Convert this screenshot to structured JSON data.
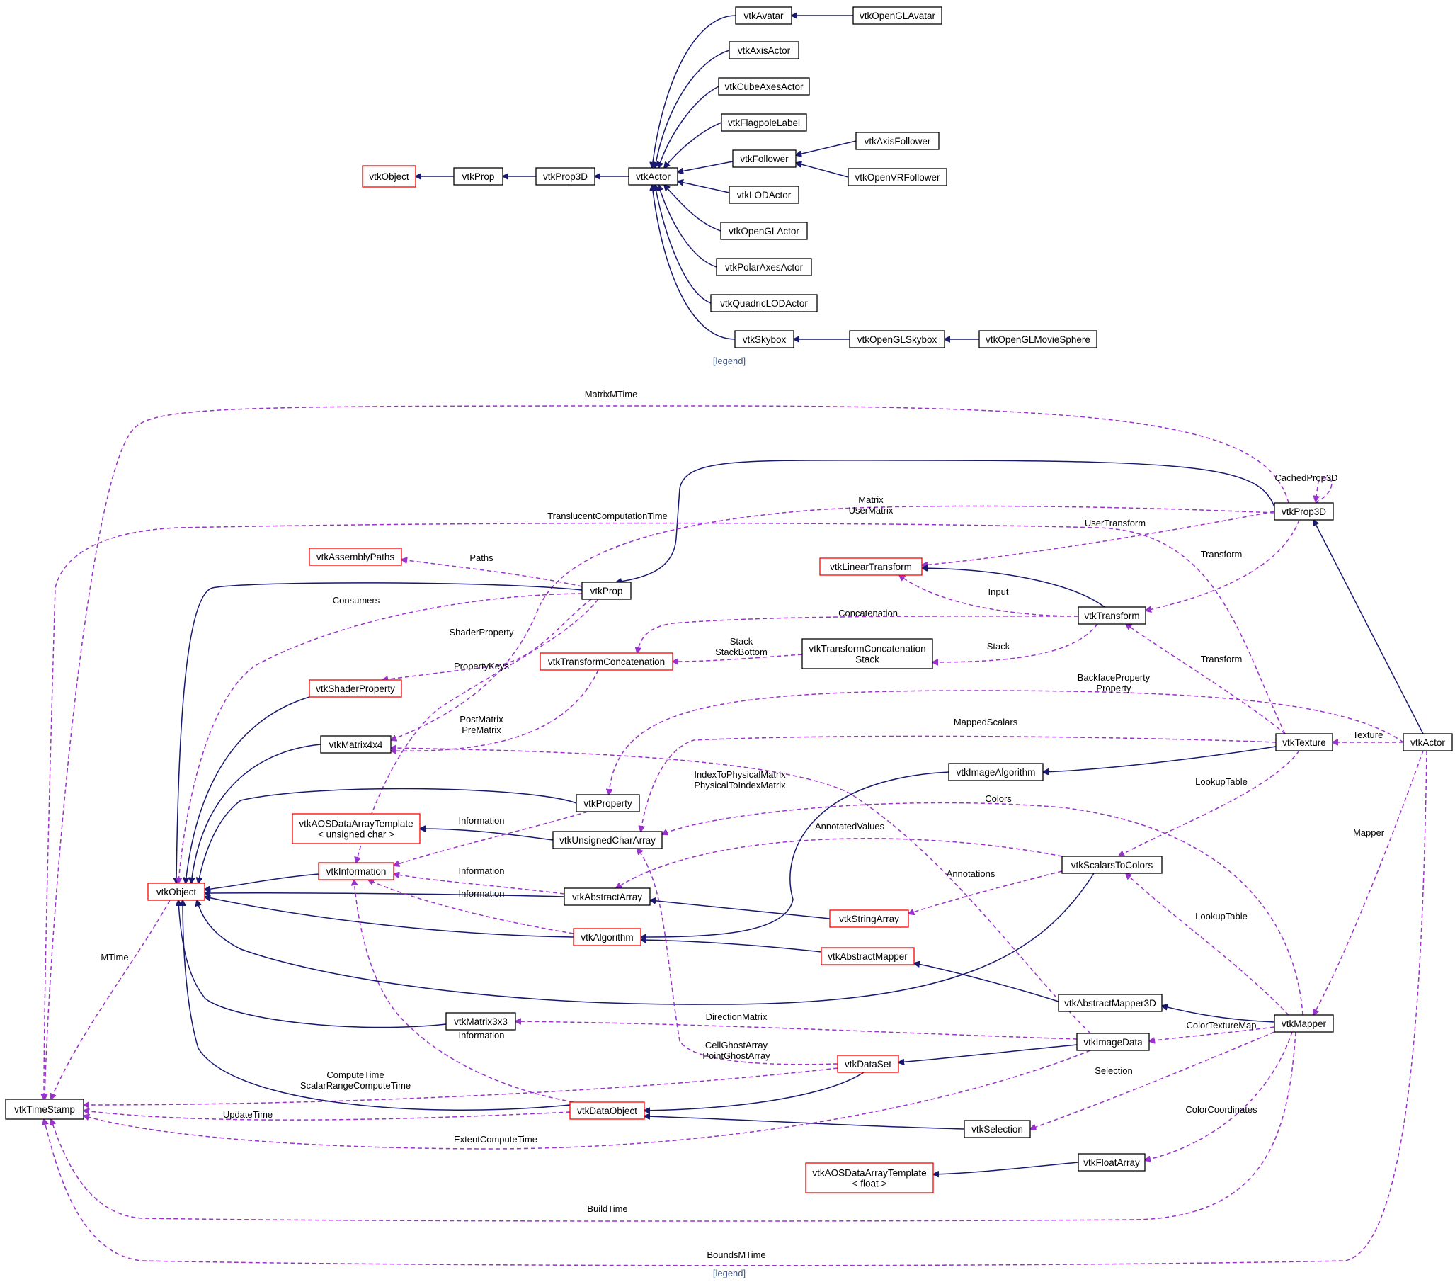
{
  "legend_label": "[legend]",
  "colors": {
    "inheritance_edge": "#191970",
    "usage_edge": "#9a32cd",
    "node_border": "#000000",
    "truncated_node_border": "#ff0000",
    "focus_node_fill": "#bfbfbf",
    "legend_link": "#3d578c"
  },
  "inheritance_graph": {
    "nodes": [
      {
        "id": "vtkObject",
        "label": "vtkObject",
        "truncated": true
      },
      {
        "id": "vtkProp",
        "label": "vtkProp"
      },
      {
        "id": "vtkProp3D",
        "label": "vtkProp3D"
      },
      {
        "id": "vtkActor",
        "label": "vtkActor",
        "focus": true
      },
      {
        "id": "vtkAvatar",
        "label": "vtkAvatar"
      },
      {
        "id": "vtkOpenGLAvatar",
        "label": "vtkOpenGLAvatar"
      },
      {
        "id": "vtkAxisActor",
        "label": "vtkAxisActor"
      },
      {
        "id": "vtkCubeAxesActor",
        "label": "vtkCubeAxesActor"
      },
      {
        "id": "vtkFlagpoleLabel",
        "label": "vtkFlagpoleLabel"
      },
      {
        "id": "vtkFollower",
        "label": "vtkFollower"
      },
      {
        "id": "vtkAxisFollower",
        "label": "vtkAxisFollower"
      },
      {
        "id": "vtkOpenVRFollower",
        "label": "vtkOpenVRFollower"
      },
      {
        "id": "vtkLODActor",
        "label": "vtkLODActor"
      },
      {
        "id": "vtkOpenGLActor",
        "label": "vtkOpenGLActor"
      },
      {
        "id": "vtkPolarAxesActor",
        "label": "vtkPolarAxesActor"
      },
      {
        "id": "vtkQuadricLODActor",
        "label": "vtkQuadricLODActor"
      },
      {
        "id": "vtkSkybox",
        "label": "vtkSkybox"
      },
      {
        "id": "vtkOpenGLSkybox",
        "label": "vtkOpenGLSkybox"
      },
      {
        "id": "vtkOpenGLMovieSphere",
        "label": "vtkOpenGLMovieSphere"
      }
    ],
    "edges": [
      {
        "from": "vtkProp",
        "to": "vtkObject",
        "kind": "inherit"
      },
      {
        "from": "vtkProp3D",
        "to": "vtkProp",
        "kind": "inherit"
      },
      {
        "from": "vtkActor",
        "to": "vtkProp3D",
        "kind": "inherit"
      },
      {
        "from": "vtkAvatar",
        "to": "vtkActor",
        "kind": "inherit"
      },
      {
        "from": "vtkAxisActor",
        "to": "vtkActor",
        "kind": "inherit"
      },
      {
        "from": "vtkCubeAxesActor",
        "to": "vtkActor",
        "kind": "inherit"
      },
      {
        "from": "vtkFlagpoleLabel",
        "to": "vtkActor",
        "kind": "inherit"
      },
      {
        "from": "vtkFollower",
        "to": "vtkActor",
        "kind": "inherit"
      },
      {
        "from": "vtkLODActor",
        "to": "vtkActor",
        "kind": "inherit"
      },
      {
        "from": "vtkOpenGLActor",
        "to": "vtkActor",
        "kind": "inherit"
      },
      {
        "from": "vtkPolarAxesActor",
        "to": "vtkActor",
        "kind": "inherit"
      },
      {
        "from": "vtkQuadricLODActor",
        "to": "vtkActor",
        "kind": "inherit"
      },
      {
        "from": "vtkSkybox",
        "to": "vtkActor",
        "kind": "inherit"
      },
      {
        "from": "vtkOpenGLAvatar",
        "to": "vtkAvatar",
        "kind": "inherit"
      },
      {
        "from": "vtkAxisFollower",
        "to": "vtkFollower",
        "kind": "inherit"
      },
      {
        "from": "vtkOpenVRFollower",
        "to": "vtkFollower",
        "kind": "inherit"
      },
      {
        "from": "vtkOpenGLSkybox",
        "to": "vtkSkybox",
        "kind": "inherit"
      },
      {
        "from": "vtkOpenGLMovieSphere",
        "to": "vtkOpenGLSkybox",
        "kind": "inherit"
      }
    ]
  },
  "collaboration_graph": {
    "nodes": [
      {
        "id": "vtkTimeStamp",
        "label": "vtkTimeStamp"
      },
      {
        "id": "vtkObject",
        "label": "vtkObject",
        "truncated": true
      },
      {
        "id": "vtkAssemblyPaths",
        "label": "vtkAssemblyPaths",
        "truncated": true
      },
      {
        "id": "vtkProp",
        "label": "vtkProp"
      },
      {
        "id": "vtkShaderProperty",
        "label": "vtkShaderProperty",
        "truncated": true
      },
      {
        "id": "vtkMatrix4x4",
        "label": "vtkMatrix4x4"
      },
      {
        "id": "vtkTransformConcatenation",
        "label": "vtkTransformConcatenation",
        "truncated": true
      },
      {
        "id": "vtkTransformConcatenationStack",
        "label": "vtkTransformConcatenation\nStack"
      },
      {
        "id": "vtkAOSDataArrayTemplateUChar",
        "label": "vtkAOSDataArrayTemplate\n< unsigned char >",
        "truncated": true
      },
      {
        "id": "vtkProperty",
        "label": "vtkProperty"
      },
      {
        "id": "vtkUnsignedCharArray",
        "label": "vtkUnsignedCharArray"
      },
      {
        "id": "vtkInformation",
        "label": "vtkInformation",
        "truncated": true
      },
      {
        "id": "vtkAbstractArray",
        "label": "vtkAbstractArray"
      },
      {
        "id": "vtkAlgorithm",
        "label": "vtkAlgorithm",
        "truncated": true
      },
      {
        "id": "vtkMatrix3x3",
        "label": "vtkMatrix3x3"
      },
      {
        "id": "vtkDataObject",
        "label": "vtkDataObject",
        "truncated": true
      },
      {
        "id": "vtkDataSet",
        "label": "vtkDataSet",
        "truncated": true
      },
      {
        "id": "vtkAOSDataArrayTemplateFloat",
        "label": "vtkAOSDataArrayTemplate\n< float >",
        "truncated": true
      },
      {
        "id": "vtkLinearTransform",
        "label": "vtkLinearTransform",
        "truncated": true
      },
      {
        "id": "vtkTransform",
        "label": "vtkTransform"
      },
      {
        "id": "vtkImageAlgorithm",
        "label": "vtkImageAlgorithm"
      },
      {
        "id": "vtkScalarsToColors",
        "label": "vtkScalarsToColors"
      },
      {
        "id": "vtkStringArray",
        "label": "vtkStringArray",
        "truncated": true
      },
      {
        "id": "vtkAbstractMapper",
        "label": "vtkAbstractMapper",
        "truncated": true
      },
      {
        "id": "vtkAbstractMapper3D",
        "label": "vtkAbstractMapper3D"
      },
      {
        "id": "vtkImageData",
        "label": "vtkImageData"
      },
      {
        "id": "vtkSelection",
        "label": "vtkSelection"
      },
      {
        "id": "vtkFloatArray",
        "label": "vtkFloatArray"
      },
      {
        "id": "vtkProp3D",
        "label": "vtkProp3D"
      },
      {
        "id": "vtkTexture",
        "label": "vtkTexture"
      },
      {
        "id": "vtkMapper",
        "label": "vtkMapper"
      },
      {
        "id": "vtkActor",
        "label": "vtkActor",
        "focus": true
      }
    ],
    "edges": [
      {
        "from": "vtkProp3D",
        "to": "vtkTimeStamp",
        "kind": "usage",
        "label": "MatrixMTime"
      },
      {
        "from": "vtkProp3D",
        "to": "vtkProp3D",
        "kind": "usage",
        "label": "CachedProp3D"
      },
      {
        "from": "vtkProp3D",
        "to": "vtkProp",
        "kind": "inherit"
      },
      {
        "from": "vtkProp3D",
        "to": "vtkMatrix4x4",
        "kind": "usage",
        "label": "Matrix\nUserMatrix"
      },
      {
        "from": "vtkTexture",
        "to": "vtkTimeStamp",
        "kind": "usage",
        "label": "TranslucentComputationTime"
      },
      {
        "from": "vtkProp3D",
        "to": "vtkLinearTransform",
        "kind": "usage",
        "label": "UserTransform"
      },
      {
        "from": "vtkProp3D",
        "to": "vtkTransform",
        "kind": "usage",
        "label": "Transform"
      },
      {
        "from": "vtkProp",
        "to": "vtkAssemblyPaths",
        "kind": "usage",
        "label": "Paths"
      },
      {
        "from": "vtkProp",
        "to": "vtkObject",
        "kind": "inherit"
      },
      {
        "from": "vtkProp",
        "to": "vtkObject",
        "kind": "usage",
        "label": "Consumers"
      },
      {
        "from": "vtkProp",
        "to": "vtkShaderProperty",
        "kind": "usage",
        "label": "ShaderProperty"
      },
      {
        "from": "vtkProp",
        "to": "vtkInformation",
        "kind": "usage",
        "label": "PropertyKeys"
      },
      {
        "from": "vtkTransform",
        "to": "vtkLinearTransform",
        "kind": "inherit"
      },
      {
        "from": "vtkTransform",
        "to": "vtkLinearTransform",
        "kind": "usage",
        "label": "Input"
      },
      {
        "from": "vtkTransform",
        "to": "vtkTransformConcatenation",
        "kind": "usage",
        "label": "Concatenation"
      },
      {
        "from": "vtkTransformConcatenationStack",
        "to": "vtkTransformConcatenation",
        "kind": "usage",
        "label": "Stack\nStackBottom"
      },
      {
        "from": "vtkTransform",
        "to": "vtkTransformConcatenationStack",
        "kind": "usage",
        "label": "Stack"
      },
      {
        "from": "vtkTransformConcatenation",
        "to": "vtkMatrix4x4",
        "kind": "usage",
        "label": "PostMatrix\nPreMatrix"
      },
      {
        "from": "vtkTexture",
        "to": "vtkTransform",
        "kind": "usage",
        "label": "Transform"
      },
      {
        "from": "vtkActor",
        "to": "vtkProperty",
        "kind": "usage",
        "label": "BackfaceProperty\nProperty"
      },
      {
        "from": "vtkTexture",
        "to": "vtkUnsignedCharArray",
        "kind": "usage",
        "label": "MappedScalars"
      },
      {
        "from": "vtkActor",
        "to": "vtkTexture",
        "kind": "usage",
        "label": "Texture"
      },
      {
        "from": "vtkActor",
        "to": "vtkProp3D",
        "kind": "inherit"
      },
      {
        "from": "vtkTexture",
        "to": "vtkImageAlgorithm",
        "kind": "inherit"
      },
      {
        "from": "vtkImageData",
        "to": "vtkMatrix4x4",
        "kind": "usage",
        "label": "IndexToPhysicalMatrix\nPhysicalToIndexMatrix"
      },
      {
        "from": "vtkShaderProperty",
        "to": "vtkObject",
        "kind": "inherit"
      },
      {
        "from": "vtkMatrix4x4",
        "to": "vtkObject",
        "kind": "inherit"
      },
      {
        "from": "vtkProperty",
        "to": "vtkObject",
        "kind": "inherit"
      },
      {
        "from": "vtkProperty",
        "to": "vtkInformation",
        "kind": "usage",
        "label": "Information"
      },
      {
        "from": "vtkMapper",
        "to": "vtkUnsignedCharArray",
        "kind": "usage",
        "label": "Colors"
      },
      {
        "from": "vtkTexture",
        "to": "vtkScalarsToColors",
        "kind": "usage",
        "label": "LookupTable"
      },
      {
        "from": "vtkUnsignedCharArray",
        "to": "vtkAOSDataArrayTemplateUChar",
        "kind": "inherit"
      },
      {
        "from": "vtkScalarsToColors",
        "to": "vtkAbstractArray",
        "kind": "usage",
        "label": "AnnotatedValues"
      },
      {
        "from": "vtkActor",
        "to": "vtkMapper",
        "kind": "usage",
        "label": "Mapper"
      },
      {
        "from": "vtkInformation",
        "to": "vtkObject",
        "kind": "inherit"
      },
      {
        "from": "vtkAbstractArray",
        "to": "vtkInformation",
        "kind": "usage",
        "label": "Information"
      },
      {
        "from": "vtkAbstractArray",
        "to": "vtkObject",
        "kind": "inherit"
      },
      {
        "from": "vtkAlgorithm",
        "to": "vtkInformation",
        "kind": "usage",
        "label": "Information"
      },
      {
        "from": "vtkScalarsToColors",
        "to": "vtkStringArray",
        "kind": "usage",
        "label": "Annotations"
      },
      {
        "from": "vtkStringArray",
        "to": "vtkAbstractArray",
        "kind": "inherit"
      },
      {
        "from": "vtkAlgorithm",
        "to": "vtkObject",
        "kind": "inherit"
      },
      {
        "from": "vtkImageAlgorithm",
        "to": "vtkAlgorithm",
        "kind": "inherit"
      },
      {
        "from": "vtkAbstractMapper",
        "to": "vtkAlgorithm",
        "kind": "inherit"
      },
      {
        "from": "vtkMapper",
        "to": "vtkScalarsToColors",
        "kind": "usage",
        "label": "LookupTable"
      },
      {
        "from": "vtkScalarsToColors",
        "to": "vtkObject",
        "kind": "inherit"
      },
      {
        "from": "vtkObject",
        "to": "vtkTimeStamp",
        "kind": "usage",
        "label": "MTime"
      },
      {
        "from": "vtkAbstractMapper3D",
        "to": "vtkAbstractMapper",
        "kind": "inherit"
      },
      {
        "from": "vtkMapper",
        "to": "vtkAbstractMapper3D",
        "kind": "inherit"
      },
      {
        "from": "vtkMatrix3x3",
        "to": "vtkObject",
        "kind": "inherit"
      },
      {
        "from": "vtkImageData",
        "to": "vtkMatrix3x3",
        "kind": "usage",
        "label": "DirectionMatrix"
      },
      {
        "from": "vtkDataObject",
        "to": "vtkInformation",
        "kind": "usage",
        "label": "Information"
      },
      {
        "from": "vtkDataSet",
        "to": "vtkUnsignedCharArray",
        "kind": "usage",
        "label": "CellGhostArray\nPointGhostArray"
      },
      {
        "from": "vtkMapper",
        "to": "vtkImageData",
        "kind": "usage",
        "label": "ColorTextureMap"
      },
      {
        "from": "vtkImageData",
        "to": "vtkDataSet",
        "kind": "inherit"
      },
      {
        "from": "vtkDataSet",
        "to": "vtkTimeStamp",
        "kind": "usage",
        "label": "ComputeTime\nScalarRangeComputeTime"
      },
      {
        "from": "vtkDataObject",
        "to": "vtkTimeStamp",
        "kind": "usage",
        "label": "UpdateTime"
      },
      {
        "from": "vtkDataObject",
        "to": "vtkObject",
        "kind": "inherit"
      },
      {
        "from": "vtkDataSet",
        "to": "vtkDataObject",
        "kind": "inherit"
      },
      {
        "from": "vtkMapper",
        "to": "vtkSelection",
        "kind": "usage",
        "label": "Selection"
      },
      {
        "from": "vtkSelection",
        "to": "vtkDataObject",
        "kind": "inherit"
      },
      {
        "from": "vtkImageData",
        "to": "vtkTimeStamp",
        "kind": "usage",
        "label": "ExtentComputeTime"
      },
      {
        "from": "vtkMapper",
        "to": "vtkFloatArray",
        "kind": "usage",
        "label": "ColorCoordinates"
      },
      {
        "from": "vtkFloatArray",
        "to": "vtkAOSDataArrayTemplateFloat",
        "kind": "inherit"
      },
      {
        "from": "vtkMapper",
        "to": "vtkTimeStamp",
        "kind": "usage",
        "label": "BuildTime"
      },
      {
        "from": "vtkActor",
        "to": "vtkTimeStamp",
        "kind": "usage",
        "label": "BoundsMTime"
      }
    ]
  }
}
